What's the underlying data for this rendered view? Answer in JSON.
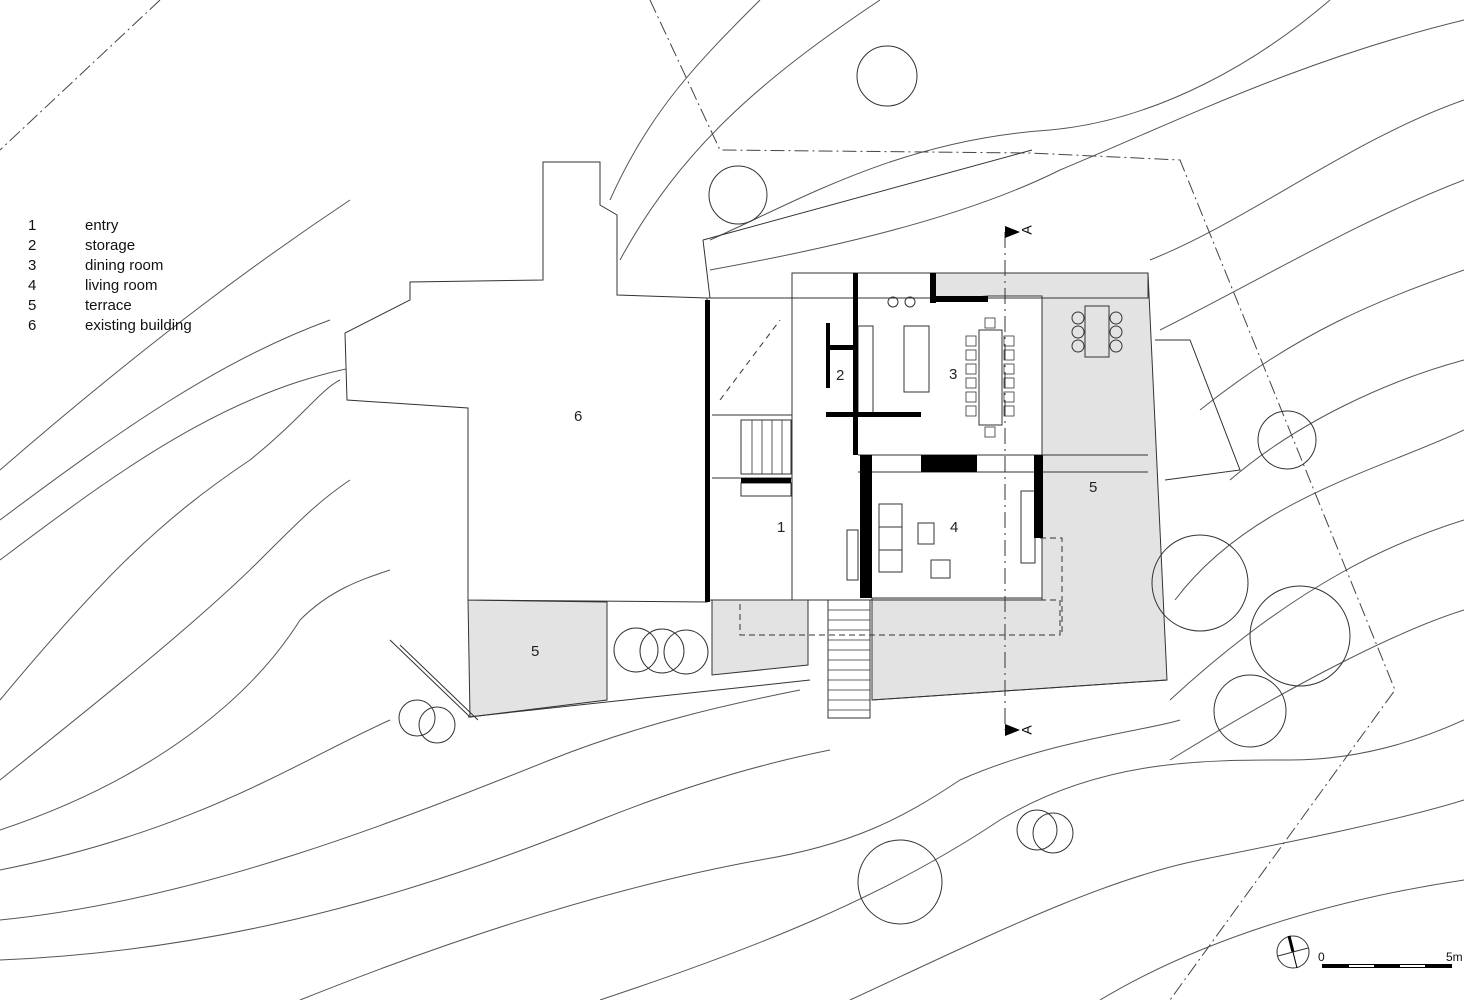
{
  "legend": [
    {
      "num": "1",
      "label": "entry"
    },
    {
      "num": "2",
      "label": "storage"
    },
    {
      "num": "3",
      "label": "dining room"
    },
    {
      "num": "4",
      "label": "living room"
    },
    {
      "num": "5",
      "label": "terrace"
    },
    {
      "num": "6",
      "label": "existing building"
    }
  ],
  "room_labels": {
    "entry": "1",
    "storage": "2",
    "dining": "3",
    "living": "4",
    "terrace_east": "5",
    "terrace_south": "5",
    "existing": "6"
  },
  "section_marker": "A",
  "scale": {
    "start": "0",
    "end": "5m"
  },
  "colors": {
    "line": "#333333",
    "terrace_fill": "#e3e3e3",
    "wall": "#000000"
  }
}
